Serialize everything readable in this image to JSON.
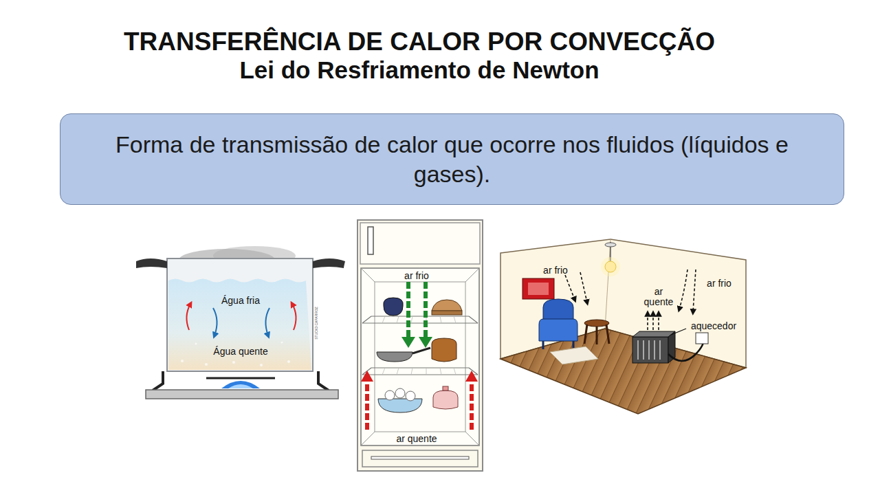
{
  "diagram": {
    "title": "TRANSFERÊNCIA DE CALOR POR CONVECÇÃO",
    "nodes": [
      {
        "text": [
          "Forma de transmissão de calor que ocorre nos fluidos (líquidos e gases)."
        ]
      }
    ],
    "labels": [
      "Lei do Resfriamento de Newton",
      "Água fria",
      "Água quente",
      "STUDIO CAPARROZ",
      "ar frio",
      "ar quente",
      "ar frio",
      "ar quente",
      "ar frio",
      "aquecedor"
    ]
  }
}
